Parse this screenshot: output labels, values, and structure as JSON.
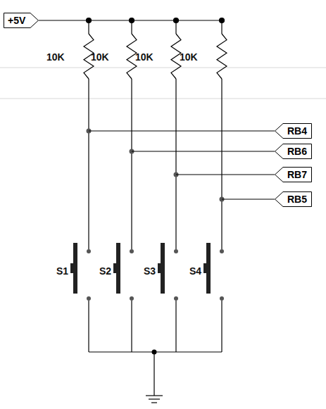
{
  "diagram": {
    "nodes": [
      {
        "text": [
          "+5V"
        ]
      },
      {
        "text": [
          "RB4"
        ]
      },
      {
        "text": [
          "RB6"
        ]
      },
      {
        "text": [
          "RB7"
        ]
      },
      {
        "text": [
          "RB5"
        ]
      }
    ],
    "labels": [
      "10K",
      "10K",
      "10K",
      "10K",
      "S1",
      "S2",
      "S3",
      "S4"
    ]
  }
}
